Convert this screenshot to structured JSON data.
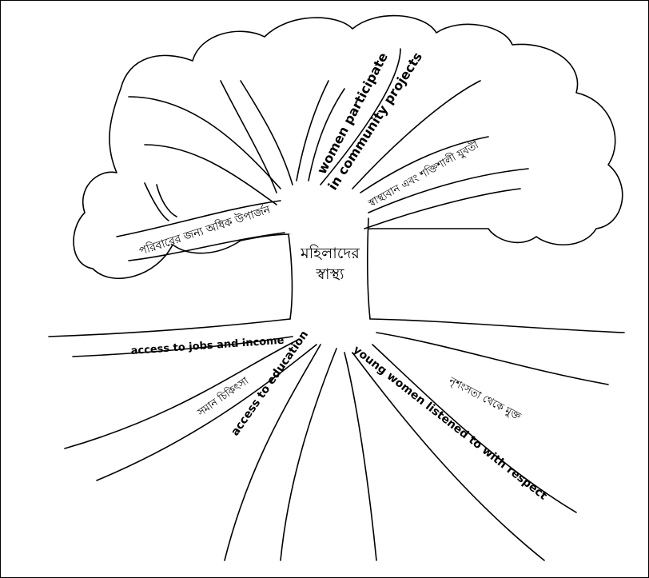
{
  "diagram": {
    "center": {
      "line1": "মহিলাদের",
      "line2": "স্বাস্থ্য"
    },
    "branches": {
      "community": {
        "line1": "women participate",
        "line2": "in community projects"
      },
      "healthy_youth": "স্বাস্থ্যবান এবং শক্তিশালী যুবতী",
      "family_income": "পরিবারের জন্য অধিক উপার্জন"
    },
    "roots": {
      "jobs_income": "access to jobs and income",
      "equal_care": "সমান চিকিৎসা",
      "education": "access to education",
      "young_women": "young women listened to with respect",
      "free_violence": "নৃশংসতা থেকে মুক্ত"
    }
  }
}
